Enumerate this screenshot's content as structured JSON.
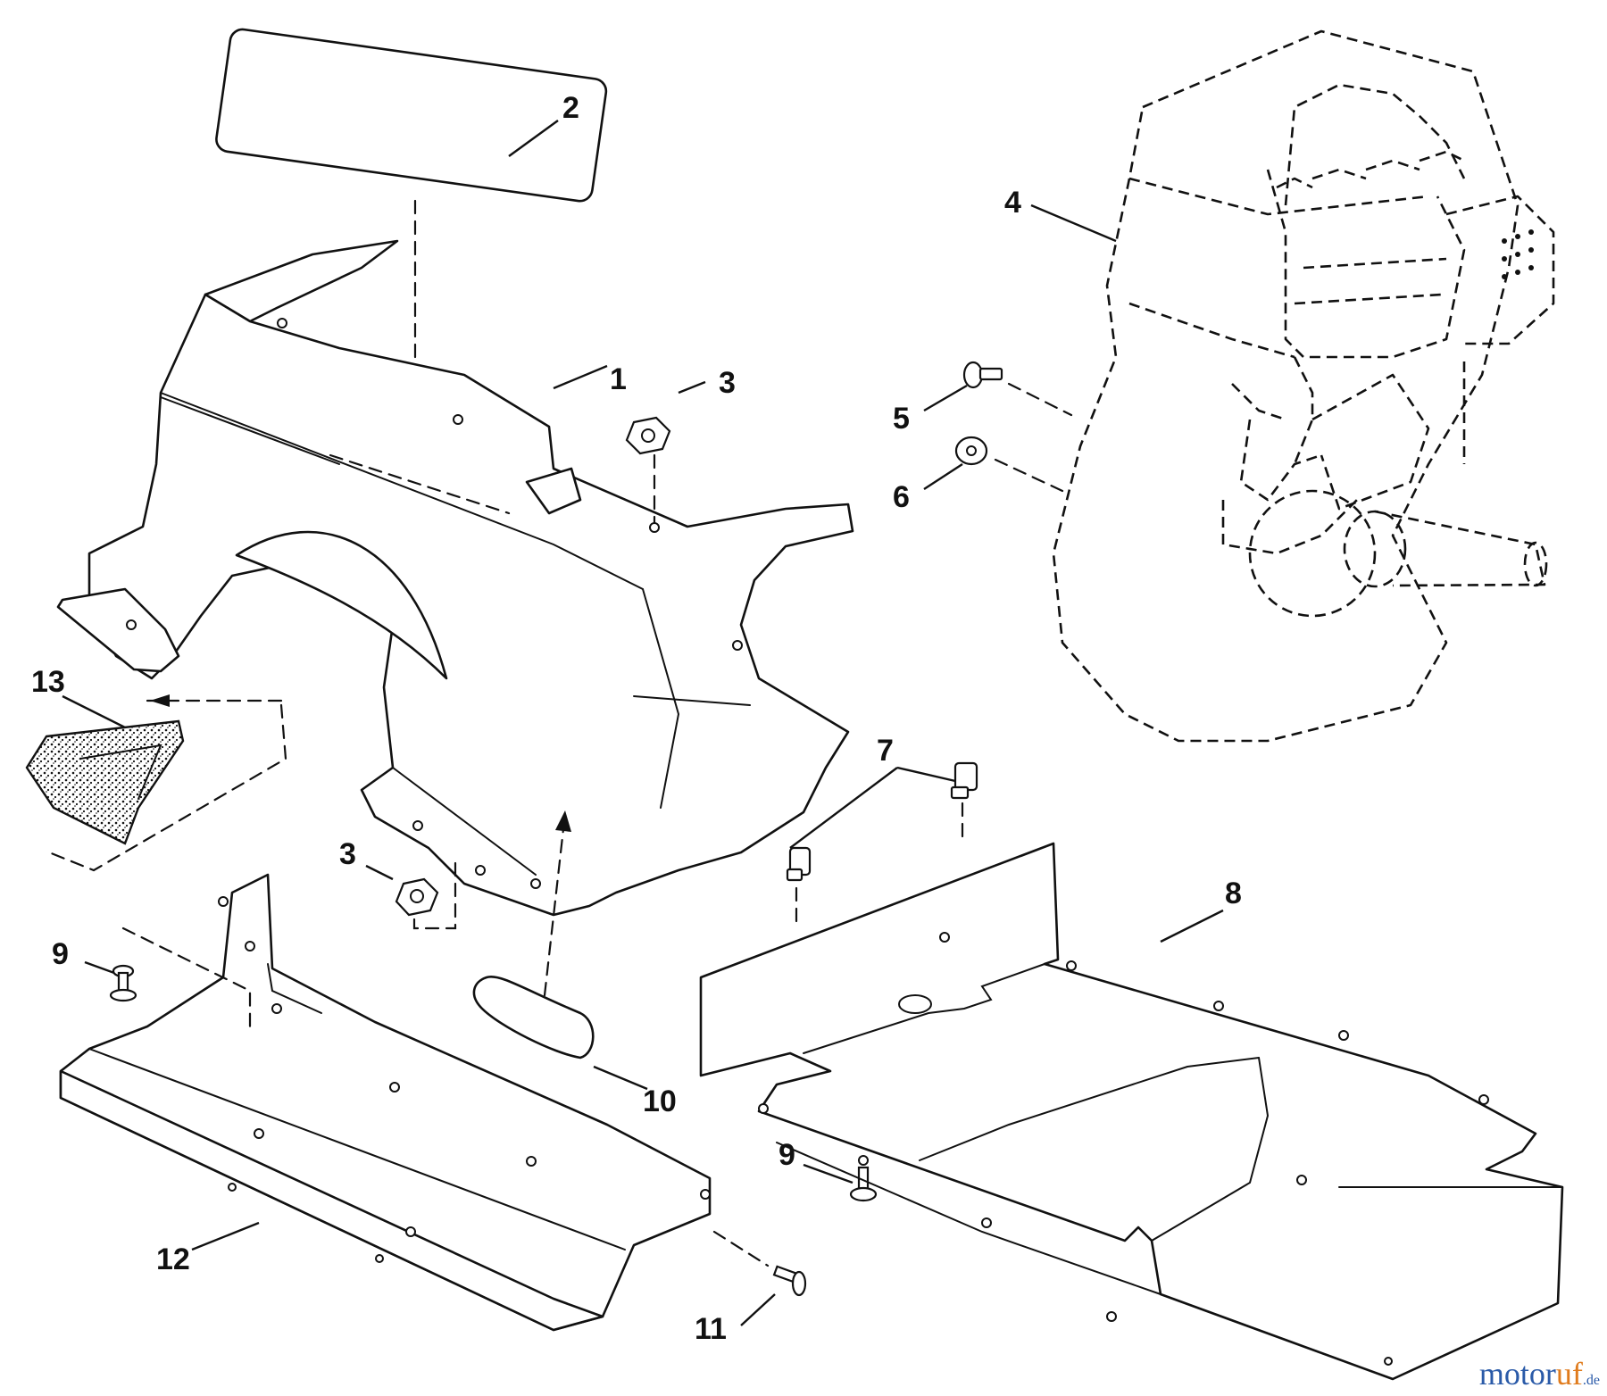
{
  "callouts": {
    "c1": "1",
    "c2": "2",
    "c3a": "3",
    "c3b": "3",
    "c4": "4",
    "c5": "5",
    "c6": "6",
    "c7": "7",
    "c8": "8",
    "c9a": "9",
    "c9b": "9",
    "c10": "10",
    "c11": "11",
    "c12": "12",
    "c13": "13"
  },
  "watermark": {
    "part_a": "motor",
    "part_b": "uf",
    "part_c": ".de"
  }
}
